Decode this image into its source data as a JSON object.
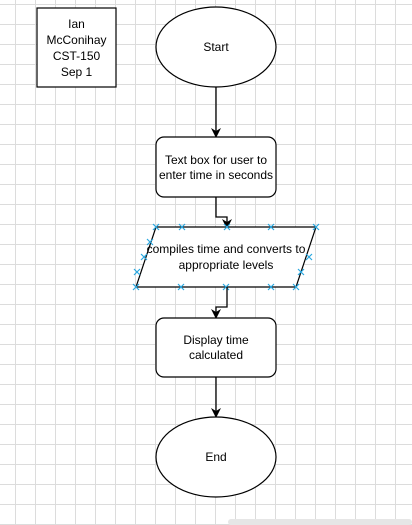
{
  "diagram": {
    "type": "flowchart",
    "author_note": {
      "line1": "Ian",
      "line2": "McConihay",
      "line3": "CST-150",
      "line4": "Sep 1"
    },
    "nodes": {
      "start": {
        "shape": "ellipse",
        "label": "Start"
      },
      "input": {
        "shape": "rounded-rectangle",
        "line1": "Text box for user to",
        "line2": "enter time in seconds"
      },
      "process": {
        "shape": "parallelogram",
        "line1": "compiles time and converts to",
        "line2": "appropriate levels",
        "selected": true
      },
      "display": {
        "shape": "rounded-rectangle",
        "line1": "Display time",
        "line2": "calculated"
      },
      "end": {
        "shape": "ellipse",
        "label": "End"
      }
    },
    "edges": [
      {
        "from": "start",
        "to": "input"
      },
      {
        "from": "input",
        "to": "process"
      },
      {
        "from": "process",
        "to": "display"
      },
      {
        "from": "display",
        "to": "end"
      }
    ]
  },
  "colors": {
    "stroke": "#000000",
    "selection_handle": "#29a8e0",
    "grid": "#dcdcdc"
  }
}
